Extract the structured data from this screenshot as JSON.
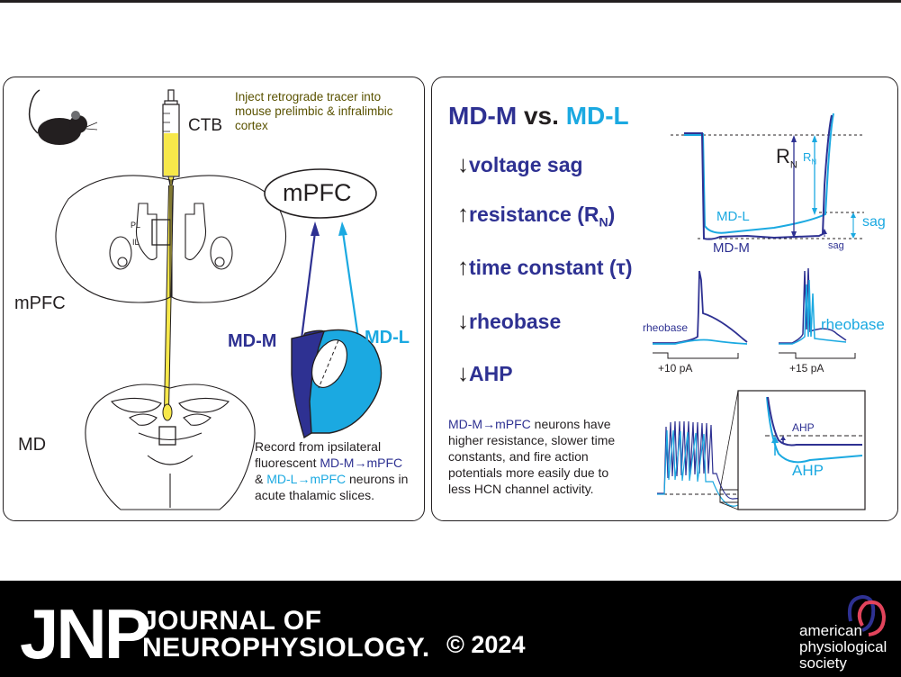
{
  "left": {
    "tracer_label": "CTB",
    "tracer_note_1": "Inject retrograde tracer into",
    "tracer_note_2": "mouse prelimbic & infralimbic",
    "tracer_note_3": "cortex",
    "pl": "PL",
    "il": "IL",
    "mpfc_region": "mPFC",
    "md_region": "MD",
    "mpfc_target": "mPFC",
    "md_m": "MD-M",
    "md_l": "MD-L",
    "record_1": "Record from ipsilateral",
    "record_2a": "fluorescent ",
    "record_2b": "MD-M→mPFC",
    "record_3a": "& ",
    "record_3b": "MD-L→mPFC",
    "record_3c": " neurons in",
    "record_4": "acute thalamic slices."
  },
  "right": {
    "title_a": "MD-M",
    "title_b": " vs. ",
    "title_c": "MD-L",
    "items": [
      {
        "arrow": "↓",
        "text": "voltage sag"
      },
      {
        "arrow": "↑",
        "text": "resistance (R",
        "sub": "N",
        "end": ")"
      },
      {
        "arrow": "↑",
        "text": "time constant (τ)"
      },
      {
        "arrow": "↓",
        "text": "rheobase"
      },
      {
        "arrow": "↓",
        "text": "AHP"
      }
    ],
    "trace": {
      "rn_big": "R",
      "rn_big_sub": "N",
      "rn_small": "R",
      "rn_small_sub": "N",
      "md_l": "MD-L",
      "md_m": "MD-M",
      "sag_big": "sag",
      "sag_small": "sag"
    },
    "rheo": {
      "left_label": "rheobase",
      "right_label": "rheobase",
      "left_step": "+10 pA",
      "right_step": "+15 pA"
    },
    "ahp": {
      "small": "AHP",
      "big": "AHP"
    },
    "summary_1a": "MD-M→mPFC",
    "summary_1b": " neurons have",
    "summary_2": "higher resistance, slower time",
    "summary_3": "constants, and fire action",
    "summary_4": "potentials more easily due to",
    "summary_5": "less HCN channel activity."
  },
  "footer": {
    "abbrev": "JNP",
    "line1": "JOURNAL OF",
    "line2": "NEUROPHYSIOLOGY.",
    "copyright": "© 2024",
    "society_1": "american",
    "society_2": "physiological",
    "society_3": "society"
  },
  "colors": {
    "navy": "#2e3192",
    "cyan": "#1ba9e1",
    "yellow": "#f7e84a",
    "olive": "#5a5200"
  }
}
